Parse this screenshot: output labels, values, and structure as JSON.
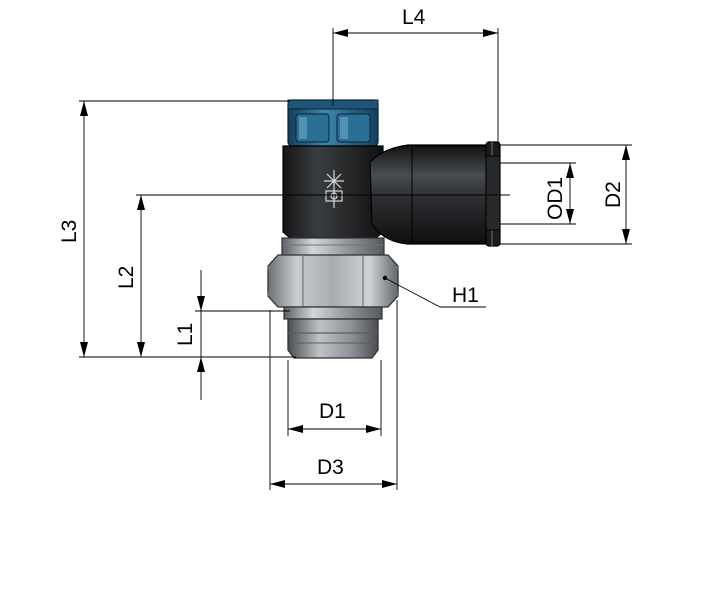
{
  "labels": {
    "l4": "L4",
    "l3": "L3",
    "l2": "L2",
    "l1": "L1",
    "od1": "OD1",
    "d2": "D2",
    "d1": "D1",
    "d3": "D3",
    "h1": "H1"
  },
  "colors": {
    "body": "#1f2123",
    "body_highlight": "#55585c",
    "collet_blue": "#1d5f86",
    "collet_blue_light": "#3f86ad",
    "metal": "#9a9ea3",
    "metal_light": "#d4d7da",
    "metal_dark": "#5d6166"
  }
}
